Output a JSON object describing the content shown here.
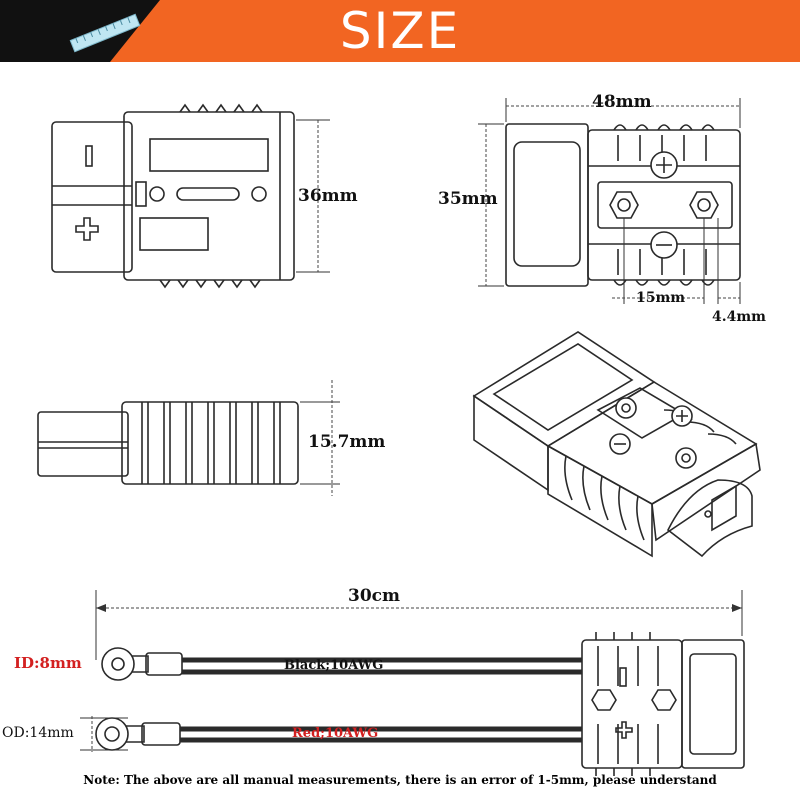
{
  "banner": {
    "title": "SIZE",
    "bg_color": "#f26522",
    "corner_color": "#111111"
  },
  "labels": {
    "width_front": "36mm",
    "length_top": "48mm",
    "height_top": "35mm",
    "hole_spacing": "15mm",
    "edge_offset": "4.4mm",
    "side_thickness": "15.7mm",
    "cable_length": "30cm",
    "ring_id": "ID:8mm",
    "ring_od": "OD:14mm",
    "wire_black": "Black;10AWG",
    "wire_red": "Red;10AWG"
  },
  "terminal_marks": {
    "minus": "−",
    "plus": "+"
  },
  "note": "Note: The above are all manual measurements, there is an error of 1-5mm, please understand",
  "colors": {
    "red_text": "#d32020",
    "line": "#2a2a2a"
  }
}
